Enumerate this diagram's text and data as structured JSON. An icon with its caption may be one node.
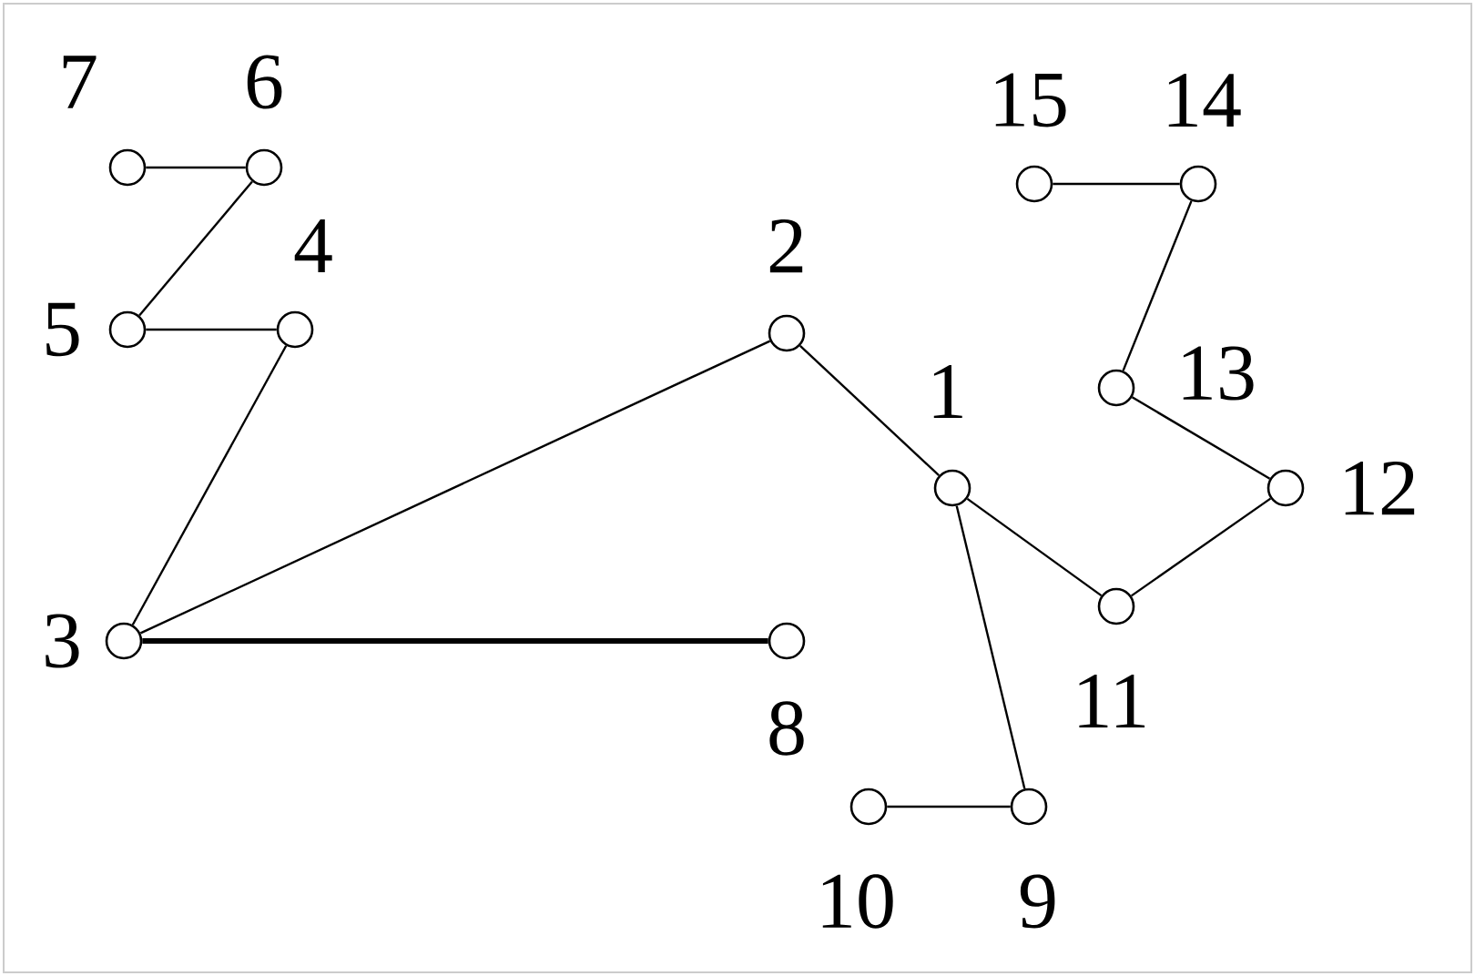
{
  "diagram": {
    "nodes": [
      {
        "text": [],
        "shape": "circle",
        "beside": [
          "1"
        ]
      },
      {
        "text": [],
        "shape": "circle",
        "beside": [
          "2"
        ]
      },
      {
        "text": [],
        "shape": "circle",
        "beside": [
          "3"
        ]
      },
      {
        "text": [],
        "shape": "circle",
        "beside": [
          "4"
        ]
      },
      {
        "text": [],
        "shape": "circle",
        "beside": [
          "5"
        ]
      },
      {
        "text": [],
        "shape": "circle",
        "beside": [
          "6"
        ]
      },
      {
        "text": [],
        "shape": "circle",
        "beside": [
          "7"
        ]
      },
      {
        "text": [],
        "shape": "circle",
        "beside": [
          "8"
        ]
      },
      {
        "text": [],
        "shape": "circle",
        "beside": [
          "9"
        ]
      },
      {
        "text": [],
        "shape": "circle",
        "beside": [
          "10"
        ]
      },
      {
        "text": [],
        "shape": "circle",
        "beside": [
          "11"
        ]
      },
      {
        "text": [],
        "shape": "circle",
        "beside": [
          "12"
        ]
      },
      {
        "text": [],
        "shape": "circle",
        "beside": [
          "13"
        ]
      },
      {
        "text": [],
        "shape": "circle",
        "beside": [
          "14"
        ]
      },
      {
        "text": [],
        "shape": "circle",
        "beside": [
          "15"
        ]
      }
    ],
    "edges": [
      {
        "from": 6,
        "to": 5,
        "arrow": "none"
      },
      {
        "from": 5,
        "to": 4,
        "arrow": "none"
      },
      {
        "from": 4,
        "to": 3,
        "arrow": "none"
      },
      {
        "from": 3,
        "to": 2,
        "arrow": "none"
      },
      {
        "from": 2,
        "to": 1,
        "arrow": "none"
      },
      {
        "from": 2,
        "to": 7,
        "arrow": "none",
        "style": "thick"
      },
      {
        "from": 1,
        "to": 0,
        "arrow": "none"
      },
      {
        "from": 0,
        "to": 10,
        "arrow": "none"
      },
      {
        "from": 10,
        "to": 11,
        "arrow": "none"
      },
      {
        "from": 11,
        "to": 12,
        "arrow": "none"
      },
      {
        "from": 12,
        "to": 13,
        "arrow": "none"
      },
      {
        "from": 13,
        "to": 14,
        "arrow": "none"
      },
      {
        "from": 0,
        "to": 8,
        "arrow": "none"
      },
      {
        "from": 8,
        "to": 9,
        "arrow": "none"
      }
    ]
  }
}
